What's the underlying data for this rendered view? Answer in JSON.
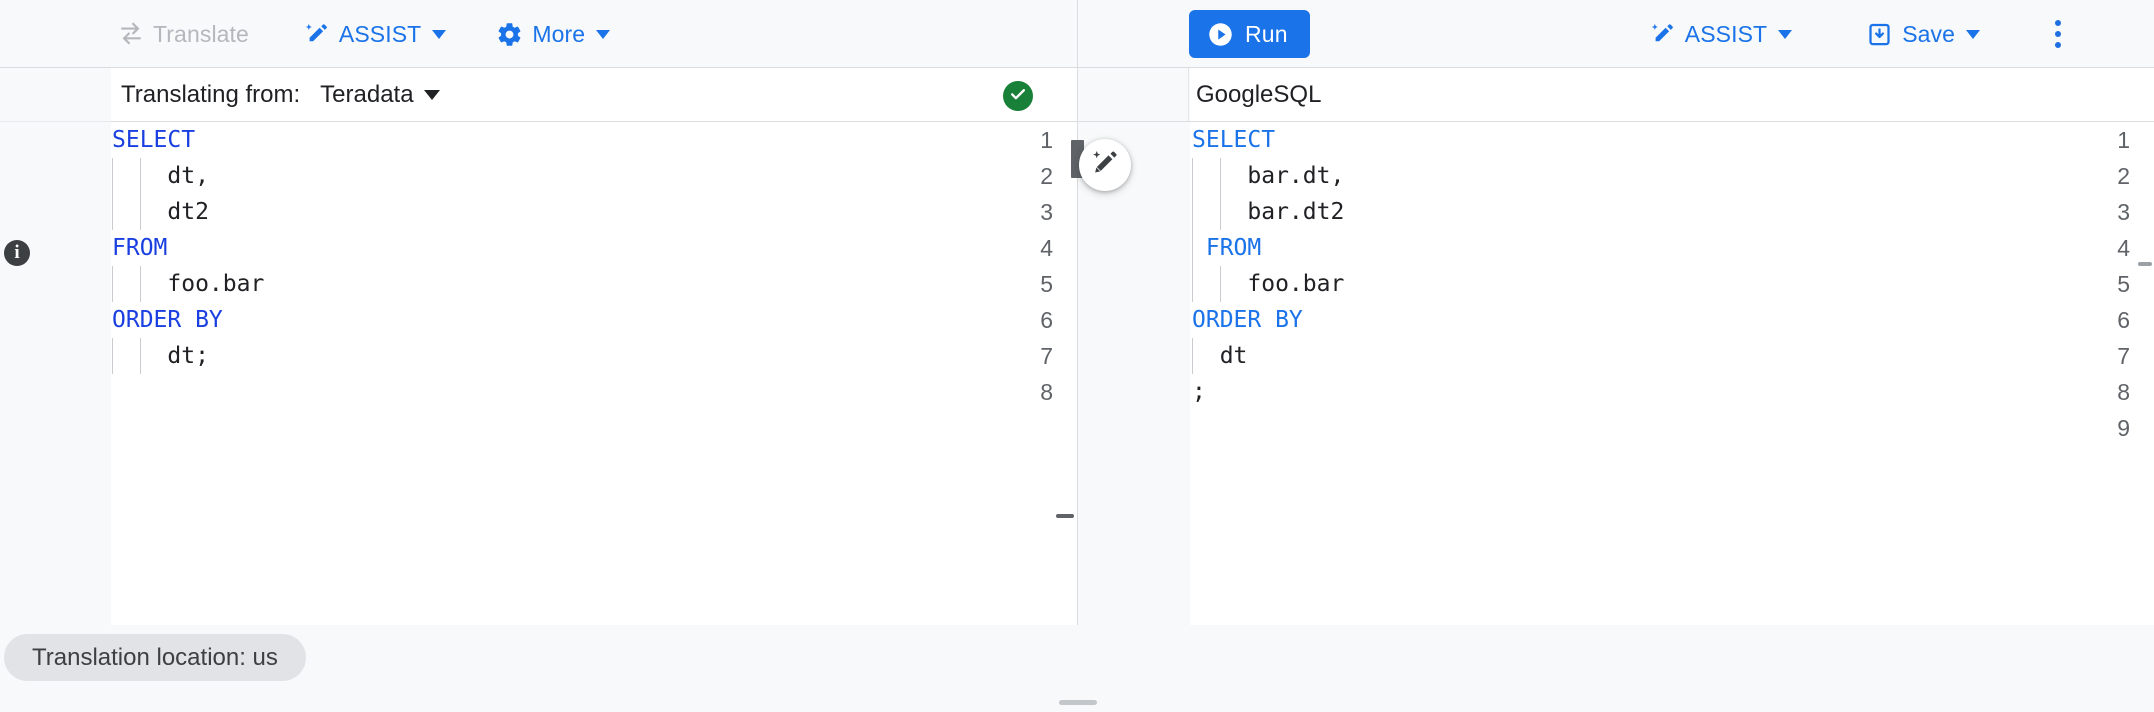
{
  "toolbar": {
    "left": [
      {
        "label": "Translate",
        "icon": "translate-swap-icon",
        "disabled": true,
        "caret": false
      },
      {
        "label": "ASSIST",
        "icon": "magic-pencil-icon",
        "disabled": false,
        "caret": true
      },
      {
        "label": "More",
        "icon": "gear-icon",
        "disabled": false,
        "caret": true
      }
    ],
    "right": {
      "run_label": "Run",
      "run_icon": "play-circle-icon",
      "assist_label": "ASSIST",
      "assist_icon": "magic-pencil-icon",
      "save_label": "Save",
      "save_icon": "save-disk-icon",
      "overflow_icon": "kebab-menu-icon"
    }
  },
  "colors": {
    "accent": "#1a73e8",
    "keyword": "#1a3fe0",
    "keyword_right": "#1a73e8",
    "success": "#188038",
    "toolbar_bg": "#f8f9fa",
    "disabled_text": "#b4b8bc",
    "chip_bg": "#e1e3e6"
  },
  "source_panel": {
    "label": "Translating from:",
    "dialect": "Teradata",
    "dialect_caret_icon": "chevron-down-icon",
    "status_icon": "check-circle-icon",
    "info_icon": "info-icon",
    "lines": [
      {
        "n": "1",
        "text": "SELECT",
        "kw": "SELECT",
        "rest": "",
        "indent": 0,
        "squiggly": true
      },
      {
        "n": "2",
        "text": "    dt,",
        "kw": "",
        "rest": "    dt,",
        "indent": 2,
        "squiggly": false
      },
      {
        "n": "3",
        "text": "    dt2",
        "kw": "",
        "rest": "    dt2",
        "indent": 2,
        "squiggly": false
      },
      {
        "n": "4",
        "text": "FROM",
        "kw": "FROM",
        "rest": "",
        "indent": 0,
        "squiggly": false
      },
      {
        "n": "5",
        "text": "    foo.bar",
        "kw": "",
        "rest": "    foo.bar",
        "indent": 2,
        "squiggly": false
      },
      {
        "n": "6",
        "text": "ORDER BY",
        "kw": "ORDER BY",
        "rest": "",
        "indent": 0,
        "squiggly": false
      },
      {
        "n": "7",
        "text": "    dt;",
        "kw": "",
        "rest": "    dt;",
        "indent": 2,
        "squiggly": false
      },
      {
        "n": "8",
        "text": "",
        "kw": "",
        "rest": "",
        "indent": 0,
        "squiggly": false
      }
    ]
  },
  "target_panel": {
    "dialect": "GoogleSQL",
    "assist_fab_icon": "magic-pencil-icon",
    "splitter_handle_icon": "drag-handle-icon",
    "lines": [
      {
        "n": "1",
        "text": "SELECT",
        "kw": "SELECT",
        "rest": "",
        "indent": 0
      },
      {
        "n": "2",
        "text": "    bar.dt,",
        "kw": "",
        "rest": "    bar.dt,",
        "indent": 2
      },
      {
        "n": "3",
        "text": "    bar.dt2",
        "kw": "",
        "rest": "    bar.dt2",
        "indent": 2
      },
      {
        "n": "4",
        "text": " FROM",
        "kw": " FROM",
        "rest": "",
        "indent": 1
      },
      {
        "n": "5",
        "text": "    foo.bar",
        "kw": "",
        "rest": "    foo.bar",
        "indent": 2
      },
      {
        "n": "6",
        "text": "ORDER BY",
        "kw": "ORDER BY",
        "rest": "",
        "indent": 0
      },
      {
        "n": "7",
        "text": "  dt",
        "kw": "",
        "rest": "  dt",
        "indent": 1
      },
      {
        "n": "8",
        "text": ";",
        "kw": "",
        "rest": ";",
        "indent": 0
      },
      {
        "n": "9",
        "text": "",
        "kw": "",
        "rest": "",
        "indent": 0
      }
    ]
  },
  "status_bar": {
    "location_chip": "Translation location: us"
  }
}
